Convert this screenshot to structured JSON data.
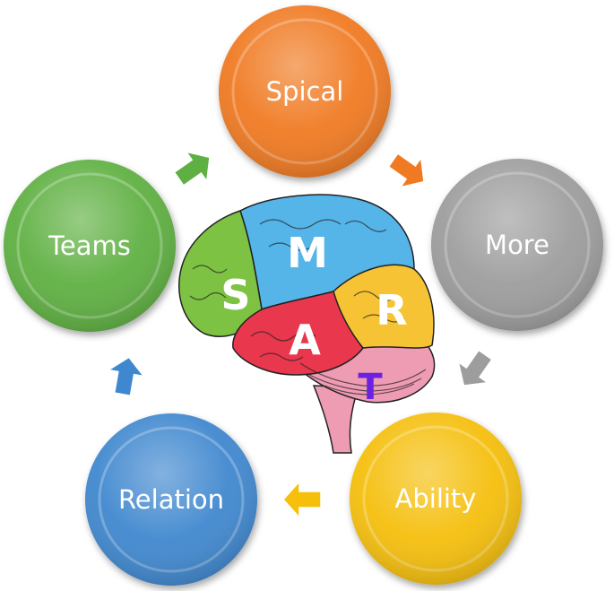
{
  "nodes": [
    {
      "id": "spical",
      "label": "Spical",
      "color": "#f07a22"
    },
    {
      "id": "more",
      "label": "More",
      "color": "#9d9d9d"
    },
    {
      "id": "ability",
      "label": "Ability",
      "color": "#f5bf0a"
    },
    {
      "id": "relation",
      "label": "Relation",
      "color": "#3f88cf"
    },
    {
      "id": "teams",
      "label": "Teams",
      "color": "#5fb043"
    }
  ],
  "brain_letters": [
    {
      "id": "s",
      "text": "S",
      "color": "#ffffff"
    },
    {
      "id": "m",
      "text": "M",
      "color": "#ffffff"
    },
    {
      "id": "a",
      "text": "A",
      "color": "#ffffff"
    },
    {
      "id": "r",
      "text": "R",
      "color": "#ffffff"
    },
    {
      "id": "t",
      "text": "T",
      "color": "#6a22e0"
    }
  ],
  "brain_colors": {
    "green": "#7dc242",
    "blue": "#55b4e8",
    "red": "#e9374d",
    "yellow": "#f6c335",
    "pink": "#ee9bb4",
    "outline": "#222222"
  },
  "arrows": [
    {
      "from": "teams",
      "to": "spical",
      "color": "#5fb043"
    },
    {
      "from": "spical",
      "to": "more",
      "color": "#f07a22"
    },
    {
      "from": "more",
      "to": "ability",
      "color": "#9d9d9d"
    },
    {
      "from": "ability",
      "to": "relation",
      "color": "#f5bf0a"
    },
    {
      "from": "relation",
      "to": "teams",
      "color": "#3f88cf"
    }
  ]
}
